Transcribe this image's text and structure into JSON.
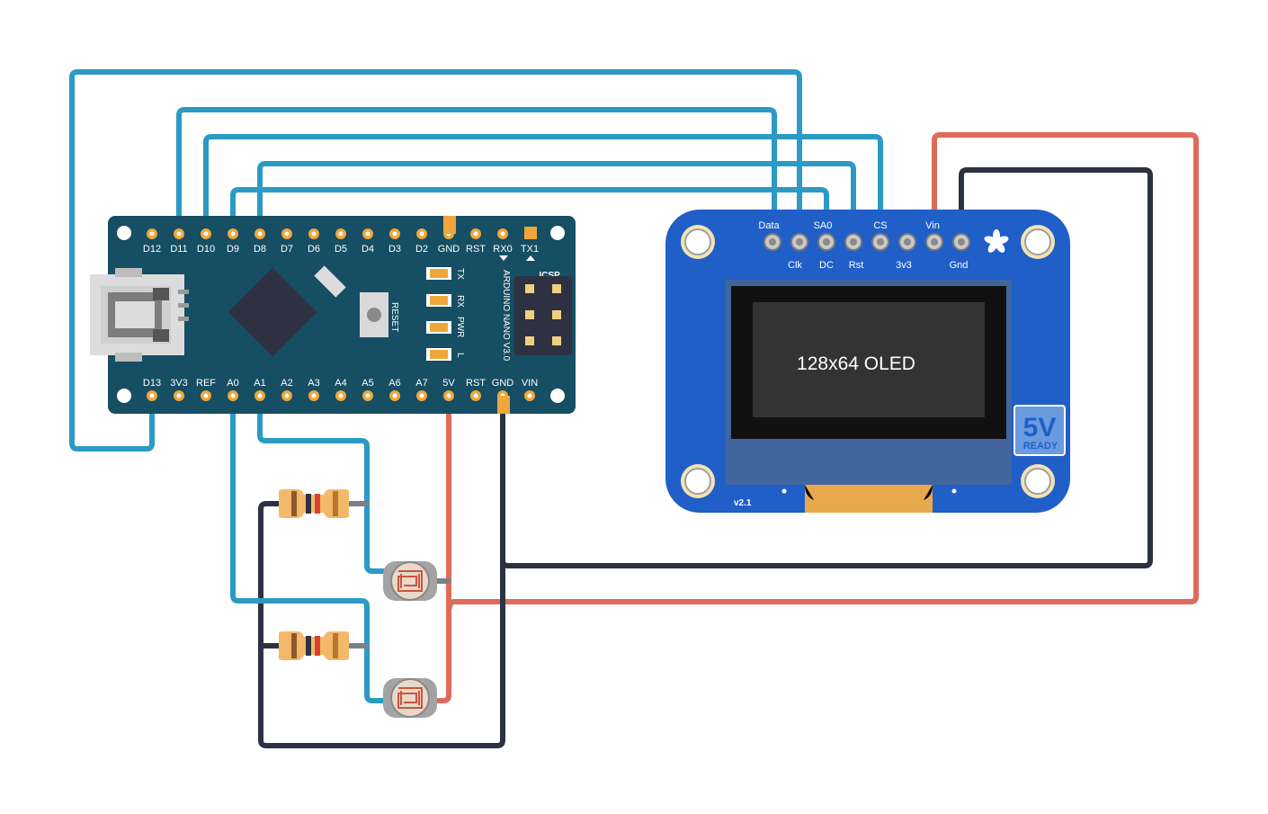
{
  "arduino": {
    "top_pins": [
      "D12",
      "D11",
      "D10",
      "D9",
      "D8",
      "D7",
      "D6",
      "D5",
      "D4",
      "D3",
      "D2",
      "GND",
      "RST",
      "RX0",
      "TX1"
    ],
    "bottom_pins": [
      "D13",
      "3V3",
      "REF",
      "A0",
      "A1",
      "A2",
      "A3",
      "A4",
      "A5",
      "A6",
      "A7",
      "5V",
      "RST",
      "GND",
      "VIN"
    ],
    "leds": [
      "TX",
      "RX",
      "PWR",
      "L"
    ],
    "board_name": "ARDUINO NANO V3.0",
    "reset_label": "RESET",
    "icsp_label": "ICSP",
    "colors": {
      "board": "#164e63",
      "pin": "#f0a63b"
    }
  },
  "oled": {
    "top_labels": [
      "Data",
      "SA0",
      "CS",
      "Vin"
    ],
    "bottom_labels": [
      "Clk",
      "DC",
      "Rst",
      "3v3",
      "Gnd"
    ],
    "screen_text": "128x64 OLED",
    "badge_big": "5V",
    "badge_small": "READY",
    "version": "v2.1",
    "colors": {
      "board": "#1f5fc7",
      "screen": "#333333"
    }
  },
  "wires": {
    "signal_color": "#2b9ac4",
    "power_color": "#e06a5a",
    "ground_color": "#2d3142"
  }
}
